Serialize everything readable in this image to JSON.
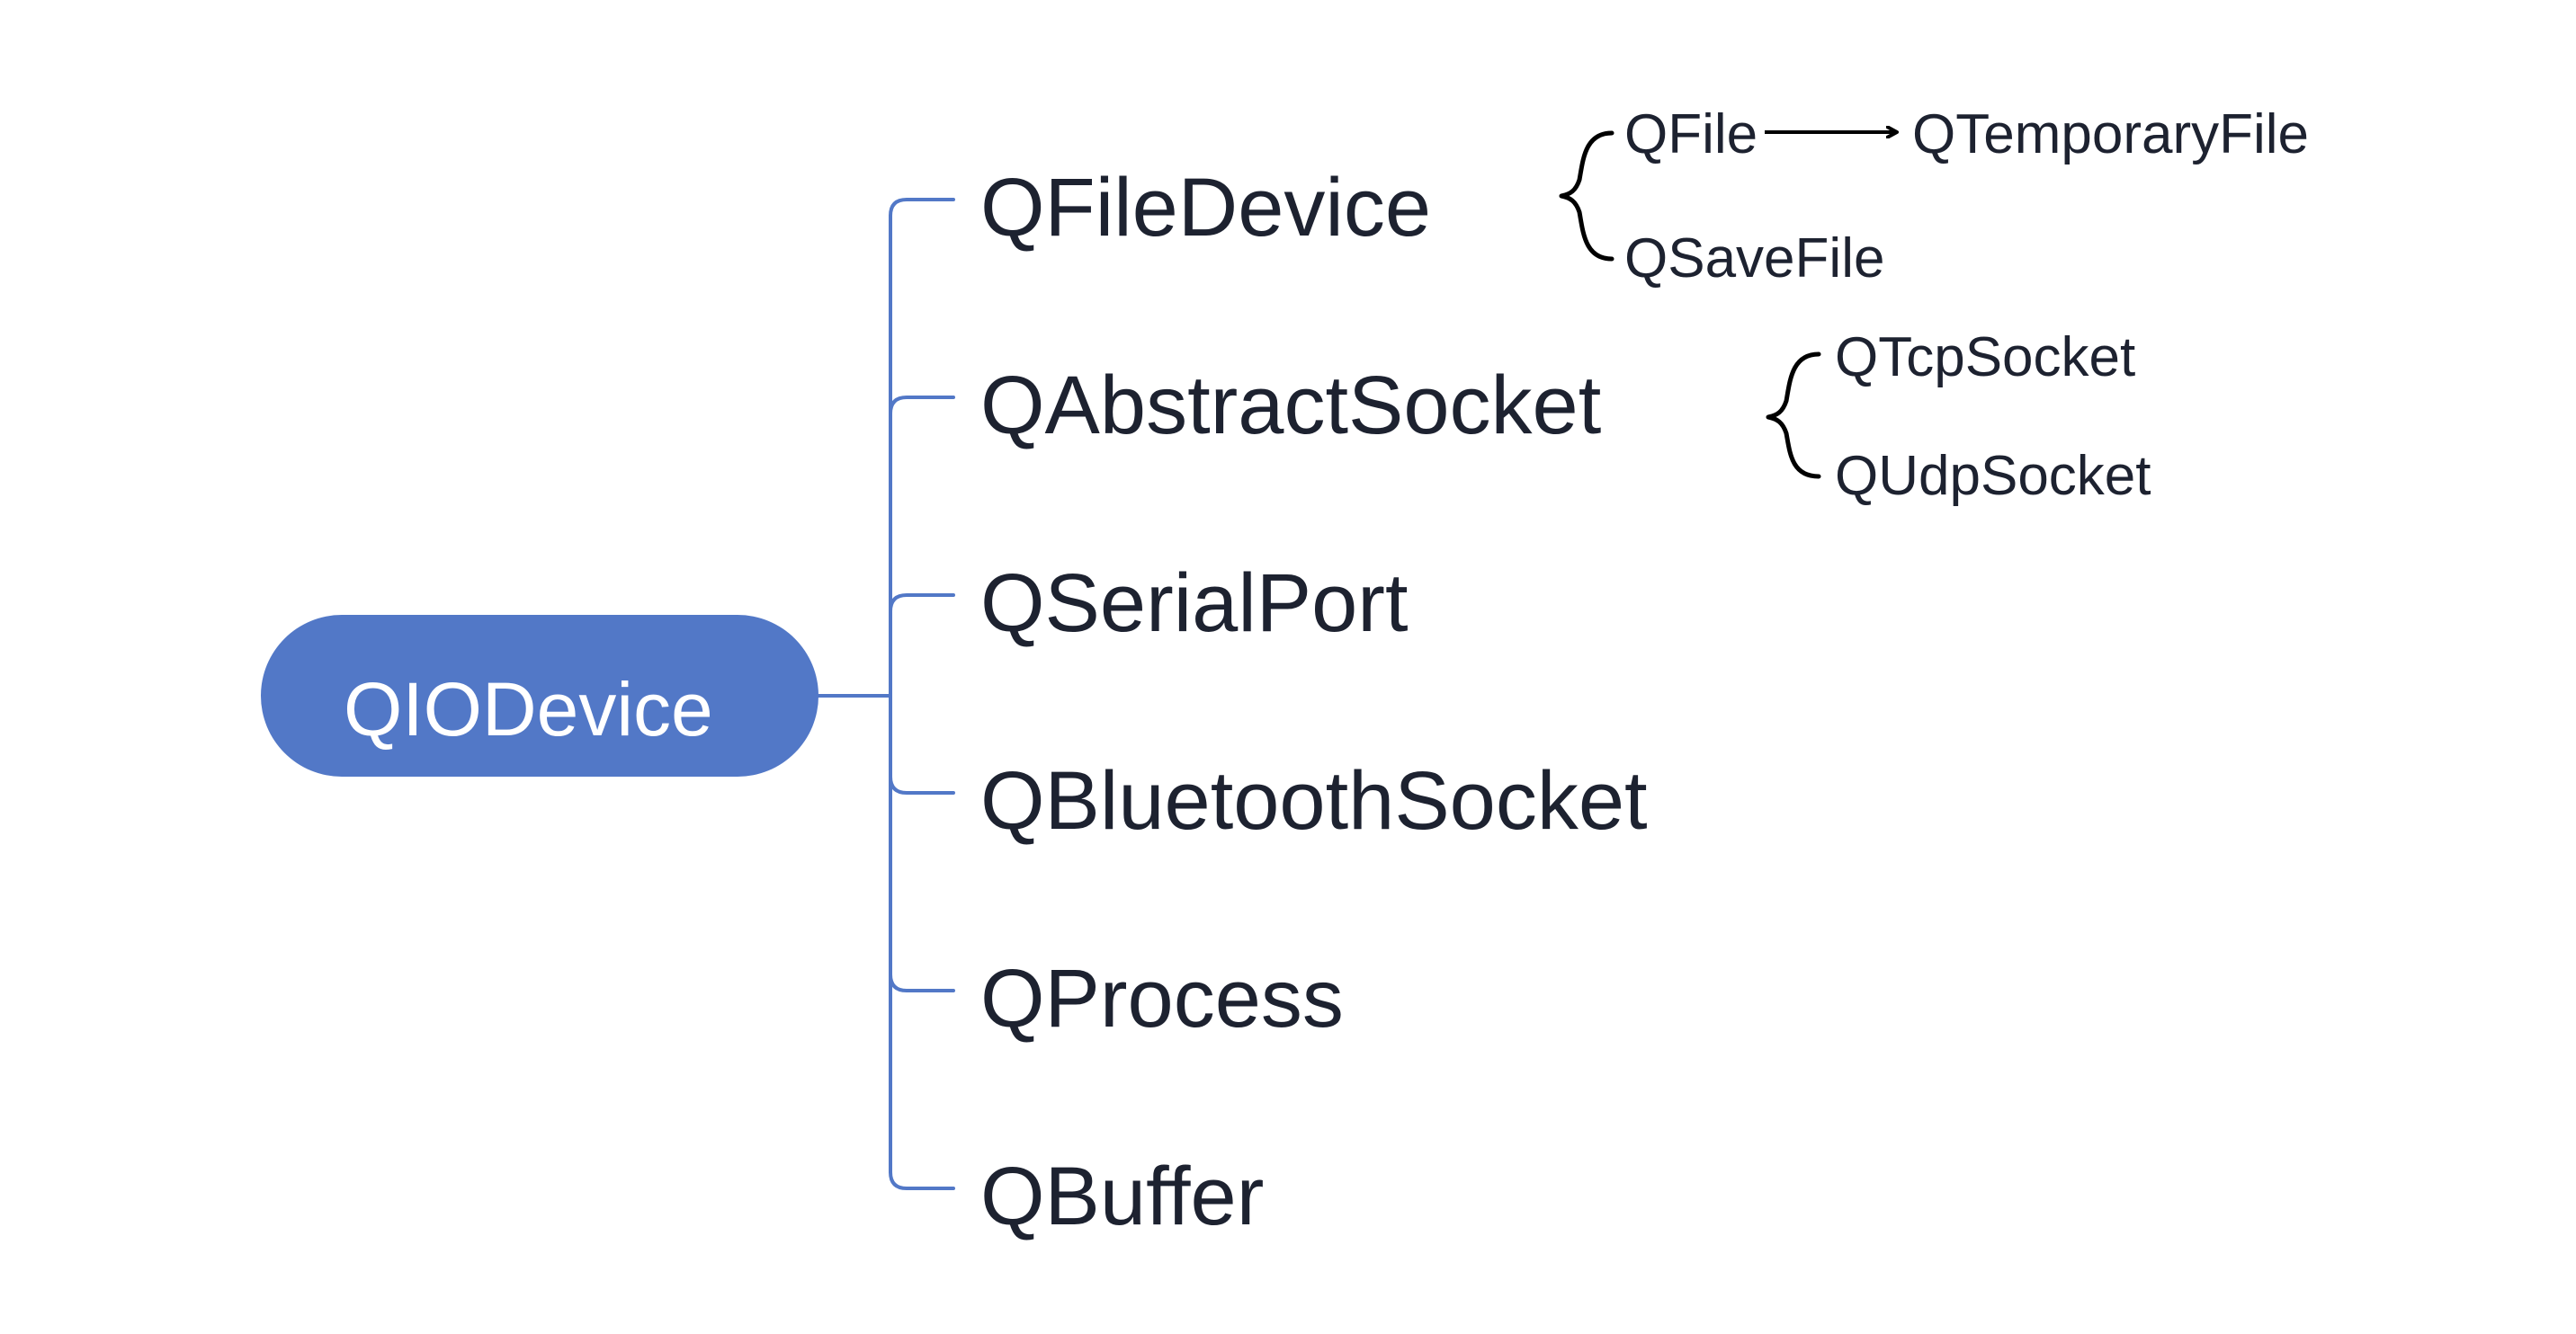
{
  "colors": {
    "root_fill": "#5278c7",
    "connector": "#5278c7",
    "text": "#1d2230",
    "brace": "#000000"
  },
  "root": {
    "label": "QIODevice"
  },
  "children": [
    {
      "label": "QFileDevice"
    },
    {
      "label": "QAbstractSocket"
    },
    {
      "label": "QSerialPort"
    },
    {
      "label": "QBluetoothSocket"
    },
    {
      "label": "QProcess"
    },
    {
      "label": "QBuffer"
    }
  ],
  "file_device_subclasses": {
    "items": [
      {
        "label": "QFile",
        "subclass": "QTemporaryFile"
      },
      {
        "label": "QSaveFile"
      }
    ]
  },
  "abstract_socket_subclasses": {
    "items": [
      {
        "label": "QTcpSocket"
      },
      {
        "label": "QUdpSocket"
      }
    ]
  }
}
